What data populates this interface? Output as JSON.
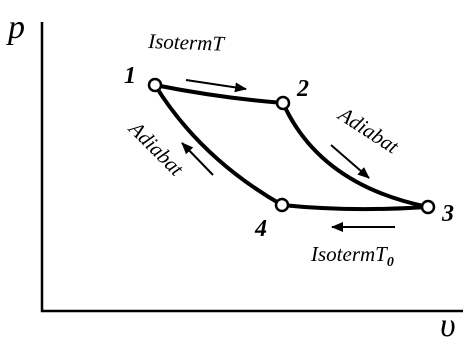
{
  "axes": {
    "y_label": "p",
    "x_label": "υ"
  },
  "points": {
    "p1": "1",
    "p2": "2",
    "p3": "3",
    "p4": "4"
  },
  "processes": {
    "isotherm_top": "IsotermT",
    "adiabat_right": "Adiabat",
    "adiabat_left": "Adiabat",
    "isotherm_bottom_main": "IsotermT",
    "isotherm_bottom_sub": "0"
  }
}
